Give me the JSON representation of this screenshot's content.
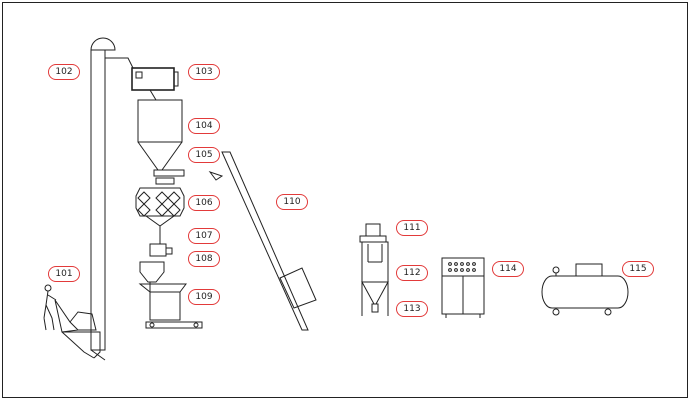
{
  "labels": {
    "l101": "101",
    "l102": "102",
    "l103": "103",
    "l104": "104",
    "l105": "105",
    "l106": "106",
    "l107": "107",
    "l108": "108",
    "l109": "109",
    "l110": "110",
    "l111": "111",
    "l112": "112",
    "l113": "113",
    "l114": "114",
    "l115": "115"
  },
  "colors": {
    "line": "#222222",
    "label_border": "#e23a3a"
  }
}
